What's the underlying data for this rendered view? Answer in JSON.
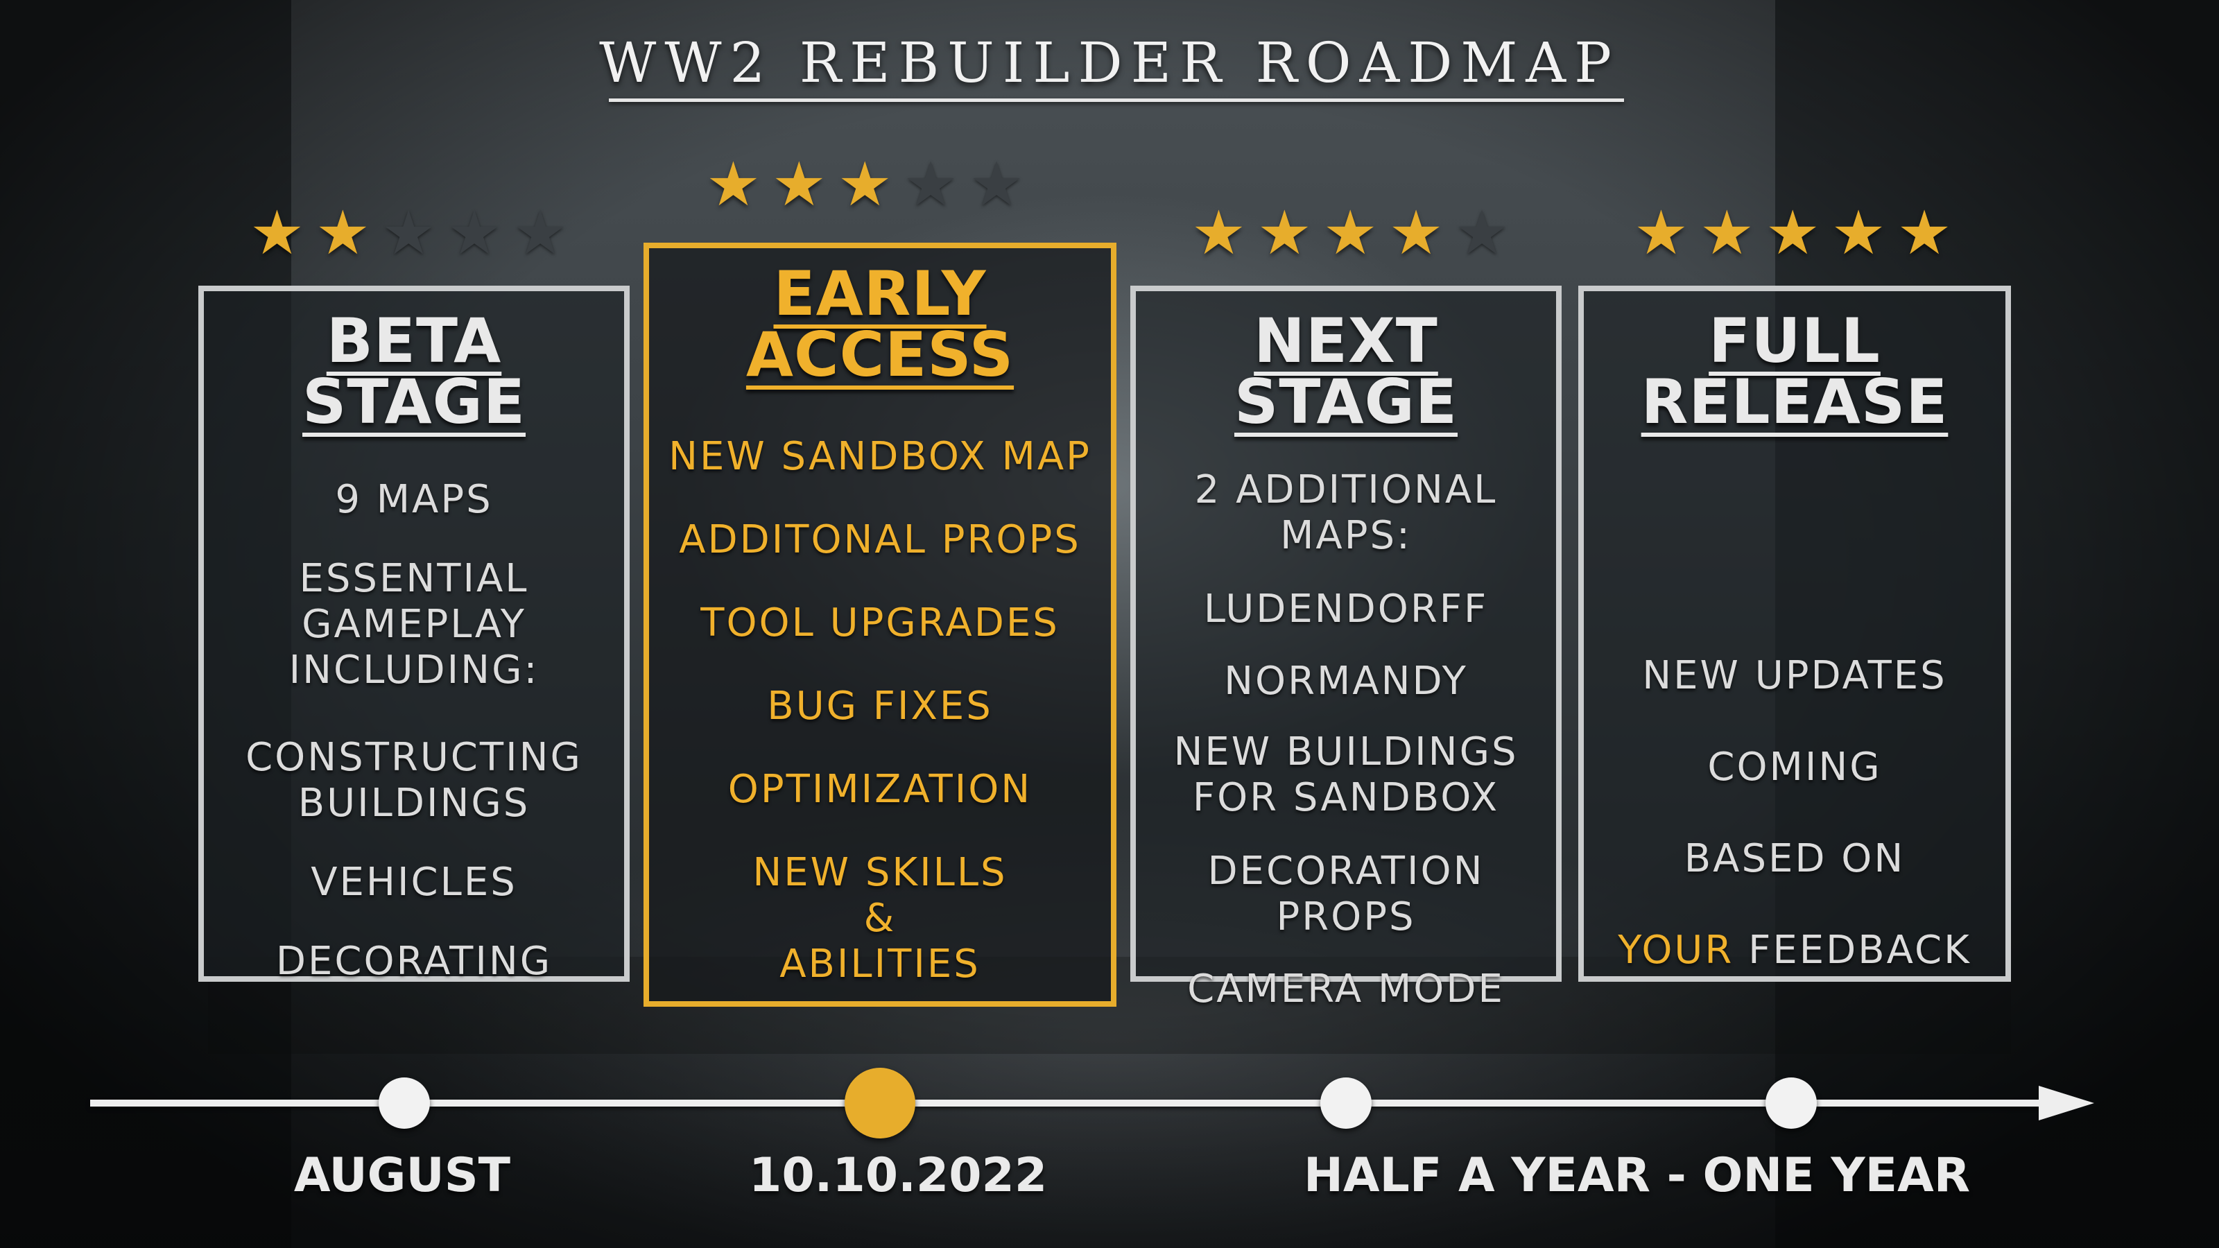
{
  "title": "WW2 REBUILDER ROADMAP",
  "colors": {
    "accent": "#e7ad2c",
    "frame": "#c9cbcc",
    "text": "#e8e8e8"
  },
  "stages": [
    {
      "title": "BETA STAGE",
      "rating": 2,
      "rating_max": 5,
      "highlighted": false,
      "items": [
        "9 MAPS",
        "ESSENTIAL\nGAMEPLAY\nINCLUDING:",
        "CONSTRUCTING\nBUILDINGS",
        "VEHICLES",
        "DECORATING"
      ]
    },
    {
      "title": "EARLY ACCESS",
      "rating": 3,
      "rating_max": 5,
      "highlighted": true,
      "items": [
        "NEW SANDBOX MAP",
        "ADDITONAL PROPS",
        "TOOL UPGRADES",
        "BUG FIXES",
        "OPTIMIZATION",
        "NEW SKILLS\n&\nABILITIES"
      ]
    },
    {
      "title": "NEXT STAGE",
      "rating": 4,
      "rating_max": 5,
      "highlighted": false,
      "items": [
        "2 ADDITIONAL\nMAPS:",
        "LUDENDORFF",
        "NORMANDY",
        "NEW BUILDINGS\nFOR SANDBOX",
        "DECORATION\nPROPS",
        "CAMERA MODE"
      ]
    },
    {
      "title": "FULL RELEASE",
      "rating": 5,
      "rating_max": 5,
      "highlighted": false,
      "message": {
        "line1": "NEW UPDATES",
        "line2": "COMING",
        "line3": "BASED ON",
        "highlight": "YOUR",
        "line4_rest": " FEEDBACK"
      }
    }
  ],
  "timeline": {
    "dates": [
      "AUGUST",
      "10.10.2022",
      "HALF A YEAR - ONE YEAR"
    ],
    "current_index": 1
  }
}
